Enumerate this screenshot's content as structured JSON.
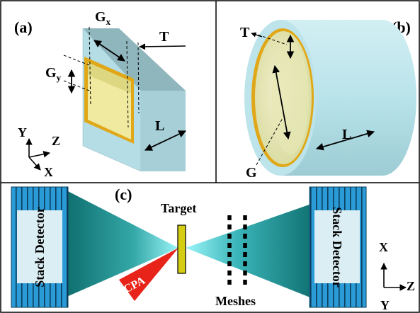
{
  "panels": {
    "a": {
      "label": "(a)",
      "gx": "G",
      "gx_sub": "x",
      "gy": "G",
      "gy_sub": "y",
      "t": "T",
      "l": "L",
      "axis_y": "Y",
      "axis_z": "Z",
      "axis_x": "X"
    },
    "b": {
      "label": "(b)",
      "t": "T",
      "l": "L",
      "g": "G"
    },
    "c": {
      "label": "(c)",
      "left_detector": "Stack Detector",
      "right_detector": "Stack Detector",
      "target": "Target",
      "cpa": "CPA",
      "meshes": "Meshes",
      "axis_x": "X",
      "axis_y": "Y",
      "axis_z": "Z"
    }
  },
  "colors": {
    "block_face": "#b4dde6",
    "block_top": "#8fb5bd",
    "block_side": "#a6cfd8",
    "gold": "#e0a818",
    "inner_yellow": "#efeaa0",
    "detector_stripe": "#2a9bd6",
    "detector_core": "#dbeef3",
    "beam_dark": "#1d7a7a",
    "beam_light": "#7fe5ec",
    "cpa_red": "#e8241a",
    "target_yellow": "#d4cd12"
  }
}
